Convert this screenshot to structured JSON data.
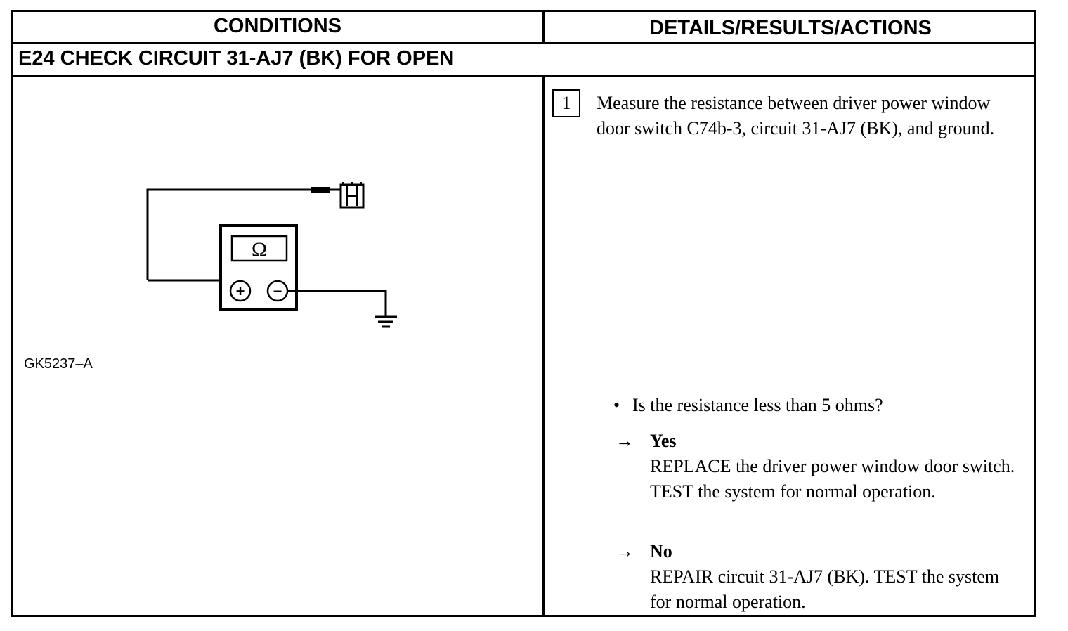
{
  "table": {
    "headers": {
      "conditions": "CONDITIONS",
      "details": "DETAILS/RESULTS/ACTIONS"
    },
    "step_title": "E24 CHECK CIRCUIT 31-AJ7 (BK) FOR OPEN"
  },
  "diagram": {
    "meter_symbol": "Ω",
    "plus_terminal": "+",
    "minus_terminal": "−",
    "figure_id": "GK5237–A",
    "icons": [
      "ohmmeter-icon",
      "connector-icon",
      "ground-icon"
    ]
  },
  "action": {
    "step_number": "1",
    "instruction": "Measure the resistance between driver power window door switch C74b-3, circuit 31-AJ7 (BK), and ground.",
    "question": "Is the resistance less than 5 ohms?",
    "bullet": "•",
    "arrow": "→",
    "yes_label": "Yes",
    "yes_text": "REPLACE the driver power window door switch. TEST the system for normal operation.",
    "no_label": "No",
    "no_text": "REPAIR circuit 31-AJ7 (BK). TEST the system for normal operation."
  }
}
